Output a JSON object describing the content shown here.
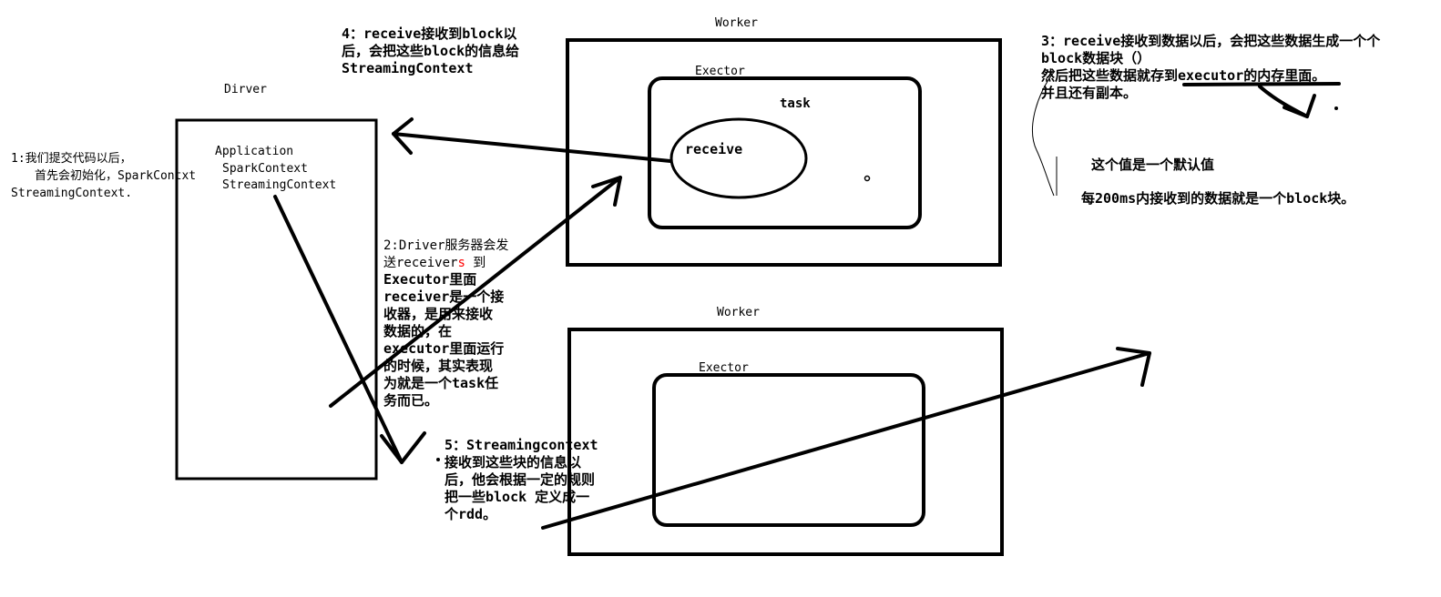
{
  "driver": {
    "label": "Dirver",
    "lines": [
      "Application",
      "SparkContext",
      "StreamingContext"
    ]
  },
  "note1": [
    "1:我们提交代码以后，",
    "首先会初始化，SparkContxt",
    "StreamingContext."
  ],
  "note4": [
    "4：receive接收到block以",
    "后，会把这些block的信息给",
    "StreamingContext"
  ],
  "worker_top": {
    "label": "Worker",
    "executor_label": "Exector",
    "task_label": "task",
    "receiver_label": "receive"
  },
  "note3": [
    "3：receive接收到数据以后，会把这些数据生成一个个",
    "block数据块（）",
    "然后把这些数据就存到executor的内存里面。",
    "并且还有副本。"
  ],
  "note_default": [
    "这个值是一个默认值",
    "每200ms内接收到的数据就是一个block块。"
  ],
  "note2": {
    "line1": "2:Driver服务器会发",
    "line2_pre": "送receiver",
    "line2_red": "s",
    "line2_post": " 到",
    "rest": [
      "Executor里面",
      "receiver是一个接",
      "收器，是用来接收",
      "数据的，在",
      "executor里面运行",
      "的时候，其实表现",
      "为就是一个task任",
      "务而已。"
    ]
  },
  "note5": [
    "5：Streamingcontext",
    "接收到这些块的信息以",
    "后，他会根据一定的规则",
    "把一些block 定义成一",
    "个rdd。"
  ],
  "worker_bottom": {
    "label": "Worker",
    "executor_label": "Exector"
  },
  "colors": {
    "ink": "#000000",
    "highlight": "#ff0000",
    "background": "#ffffff"
  }
}
